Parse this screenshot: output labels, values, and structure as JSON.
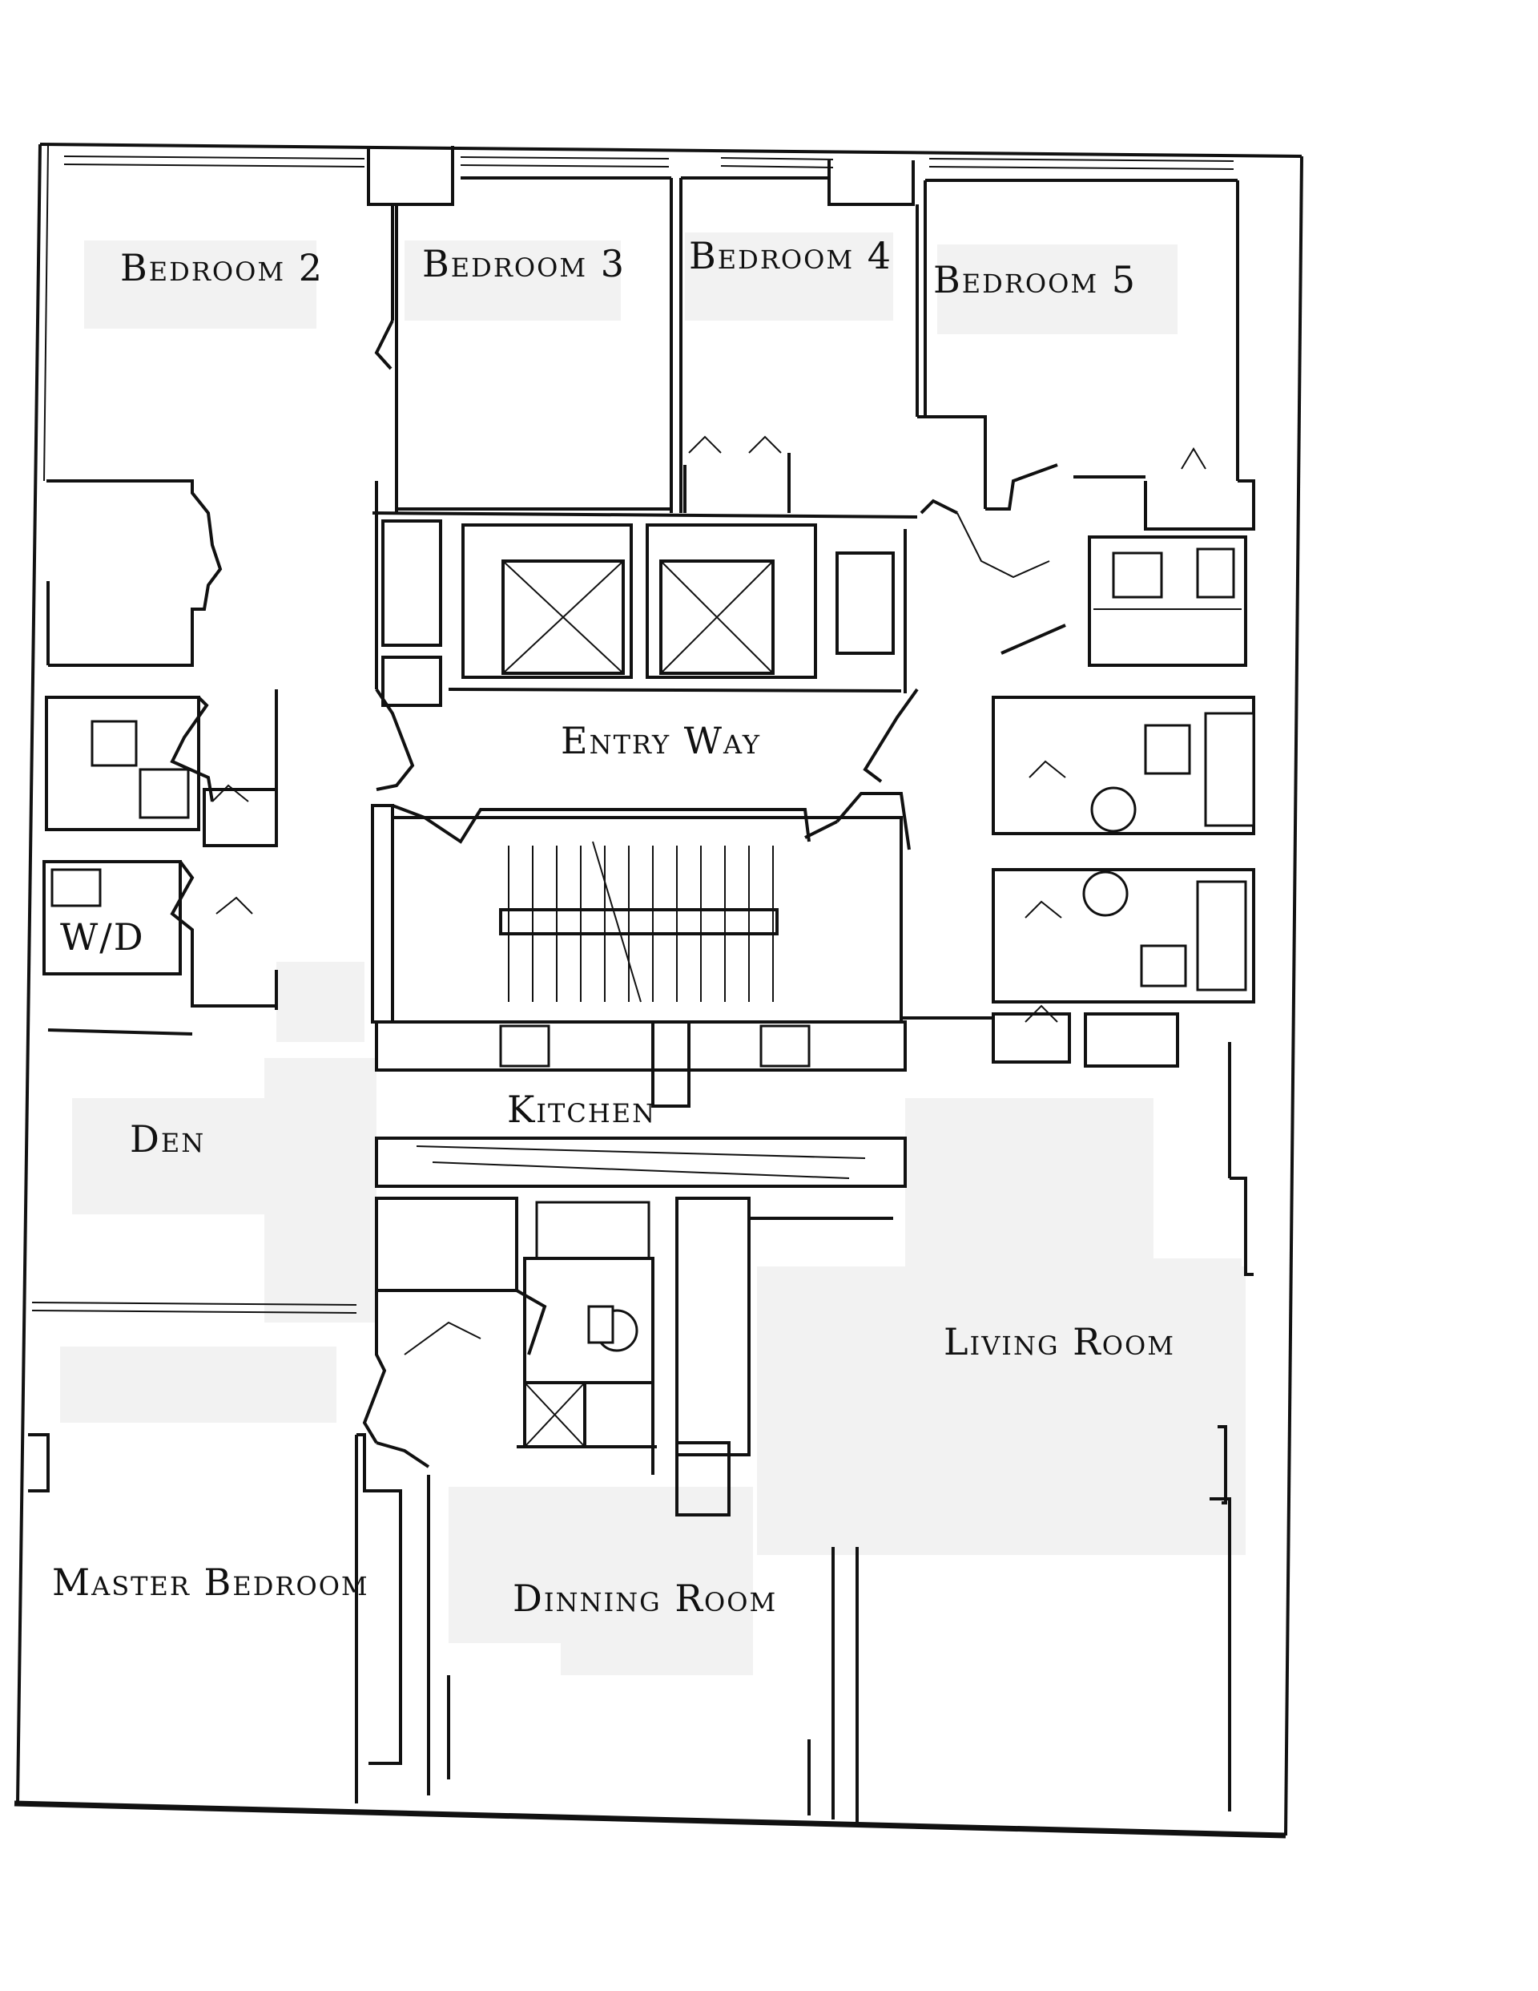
{
  "floor_plan": {
    "rooms": {
      "bedroom_2": "Bedroom 2",
      "bedroom_3": "Bedroom 3",
      "bedroom_4": "Bedroom 4",
      "bedroom_5": "Bedroom 5",
      "entry_way": "Entry Way",
      "wd": "W/D",
      "den": "Den",
      "kitchen": "Kitchen",
      "living_room": "Living Room",
      "master_bedroom": "Master Bedroom",
      "dinning_room": "Dinning Room"
    },
    "colors": {
      "line": "#111111",
      "label_patch": "#f2f2f2",
      "background": "#ffffff"
    }
  }
}
